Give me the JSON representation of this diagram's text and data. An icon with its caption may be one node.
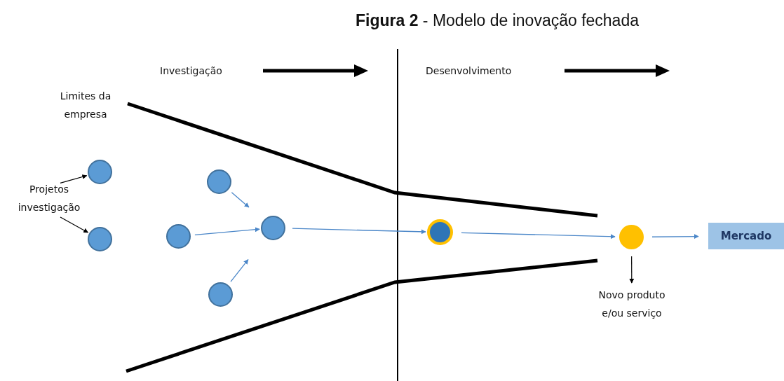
{
  "diagram": {
    "title": "**Figura 2** - Modelo de inovação fechada",
    "nodes": [
      {
        "text": [
          "Projetos investigação"
        ]
      },
      {
        "text": [],
        "shape": "circle"
      },
      {
        "text": [],
        "shape": "circle"
      },
      {
        "text": [],
        "shape": "circle"
      },
      {
        "text": [],
        "shape": "circle"
      },
      {
        "text": [],
        "shape": "circle"
      },
      {
        "text": [],
        "shape": "circle"
      },
      {
        "text": [],
        "shape": "circle"
      },
      {
        "text": [],
        "shape": "circle"
      },
      {
        "text": [
          "Mercado"
        ]
      },
      {
        "text": [
          "Novo produto e/ou serviço"
        ]
      }
    ],
    "edges": [
      {
        "from": 0,
        "to": 1,
        "arrow": "to",
        "color": "#000000"
      },
      {
        "from": 0,
        "to": 2,
        "arrow": "to",
        "color": "#000000"
      },
      {
        "from": 4,
        "to": 6,
        "arrow": "to"
      },
      {
        "from": 3,
        "to": 6,
        "arrow": "to"
      },
      {
        "from": 5,
        "to": 6,
        "arrow": "to"
      },
      {
        "from": 6,
        "to": 7,
        "arrow": "to"
      },
      {
        "from": 7,
        "to": 8,
        "arrow": "to"
      },
      {
        "from": 8,
        "to": 9,
        "arrow": "to"
      },
      {
        "from": 8,
        "to": 10,
        "arrow": "to",
        "color": "#000000"
      }
    ],
    "labels": [
      "Investigação",
      "Desenvolvimento",
      "Limites da empresa"
    ]
  }
}
